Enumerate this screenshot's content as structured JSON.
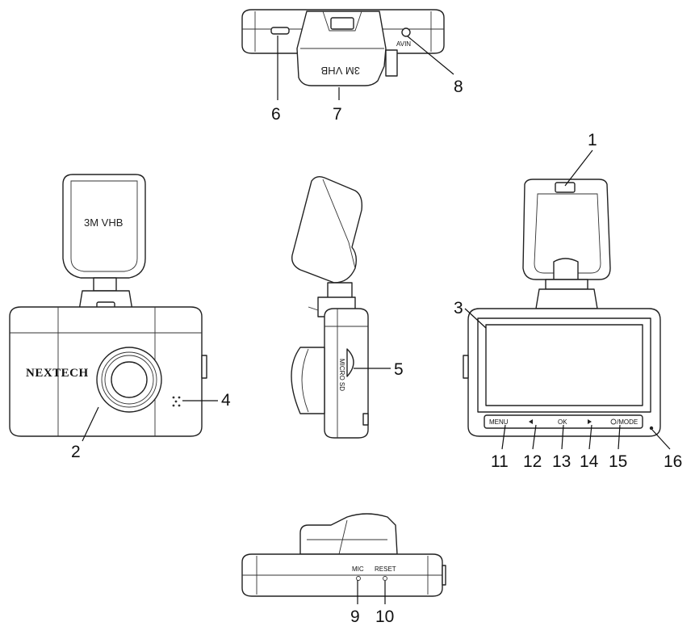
{
  "labels": {
    "brand": "NEXTECH",
    "tape_front": "3M VHB",
    "tape_top": "3M VHB",
    "avin": "AVIN",
    "micro_sd": "MICRO SD",
    "mic": "MIC",
    "reset": "RESET",
    "btn_menu": "MENU",
    "btn_ok": "OK",
    "btn_mode": "/MODE"
  },
  "callouts": [
    "1",
    "2",
    "3",
    "4",
    "5",
    "6",
    "7",
    "8",
    "9",
    "10",
    "11",
    "12",
    "13",
    "14",
    "15",
    "16"
  ]
}
